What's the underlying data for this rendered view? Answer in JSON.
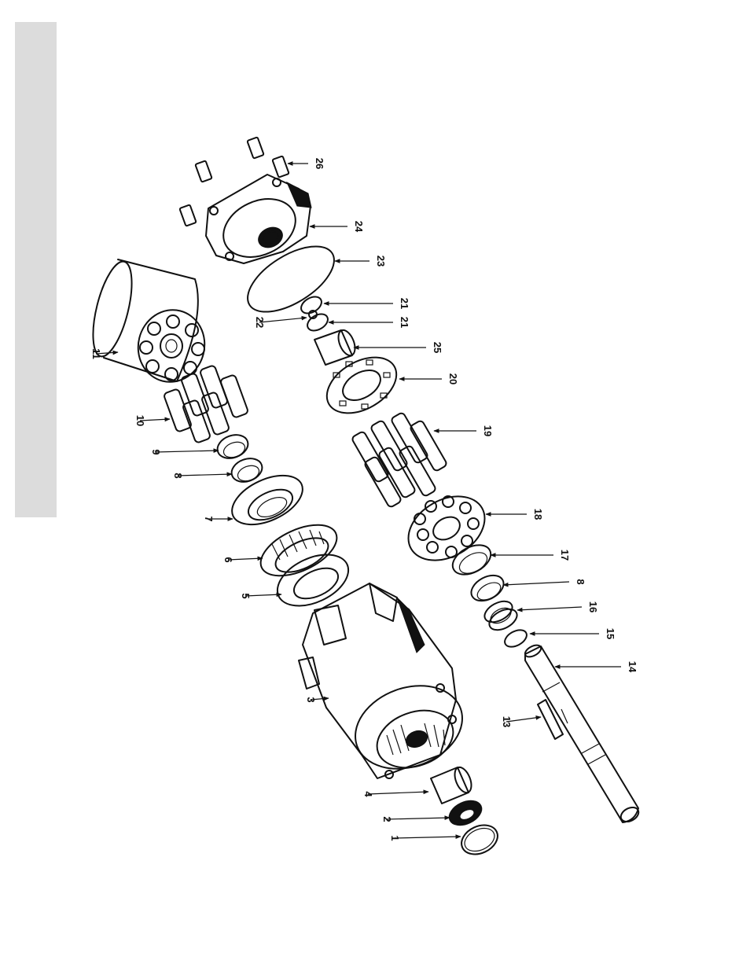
{
  "diagram": {
    "callouts": [
      {
        "id": "c1",
        "label": "1"
      },
      {
        "id": "c2",
        "label": "2"
      },
      {
        "id": "c3",
        "label": "3"
      },
      {
        "id": "c4",
        "label": "4"
      },
      {
        "id": "c5",
        "label": "5"
      },
      {
        "id": "c6",
        "label": "6"
      },
      {
        "id": "c7",
        "label": "7"
      },
      {
        "id": "c8a",
        "label": "8"
      },
      {
        "id": "c9",
        "label": "9"
      },
      {
        "id": "c10",
        "label": "10"
      },
      {
        "id": "c11",
        "label": "11"
      },
      {
        "id": "c13",
        "label": "13"
      },
      {
        "id": "c14",
        "label": "14"
      },
      {
        "id": "c15",
        "label": "15"
      },
      {
        "id": "c16",
        "label": "16"
      },
      {
        "id": "c8b",
        "label": "8"
      },
      {
        "id": "c17",
        "label": "17"
      },
      {
        "id": "c18",
        "label": "18"
      },
      {
        "id": "c19",
        "label": "19"
      },
      {
        "id": "c20",
        "label": "20"
      },
      {
        "id": "c25",
        "label": "25"
      },
      {
        "id": "c21a",
        "label": "21"
      },
      {
        "id": "c22",
        "label": "22"
      },
      {
        "id": "c21b",
        "label": "21"
      },
      {
        "id": "c23",
        "label": "23"
      },
      {
        "id": "c24",
        "label": "24"
      },
      {
        "id": "c26",
        "label": "26"
      }
    ]
  }
}
